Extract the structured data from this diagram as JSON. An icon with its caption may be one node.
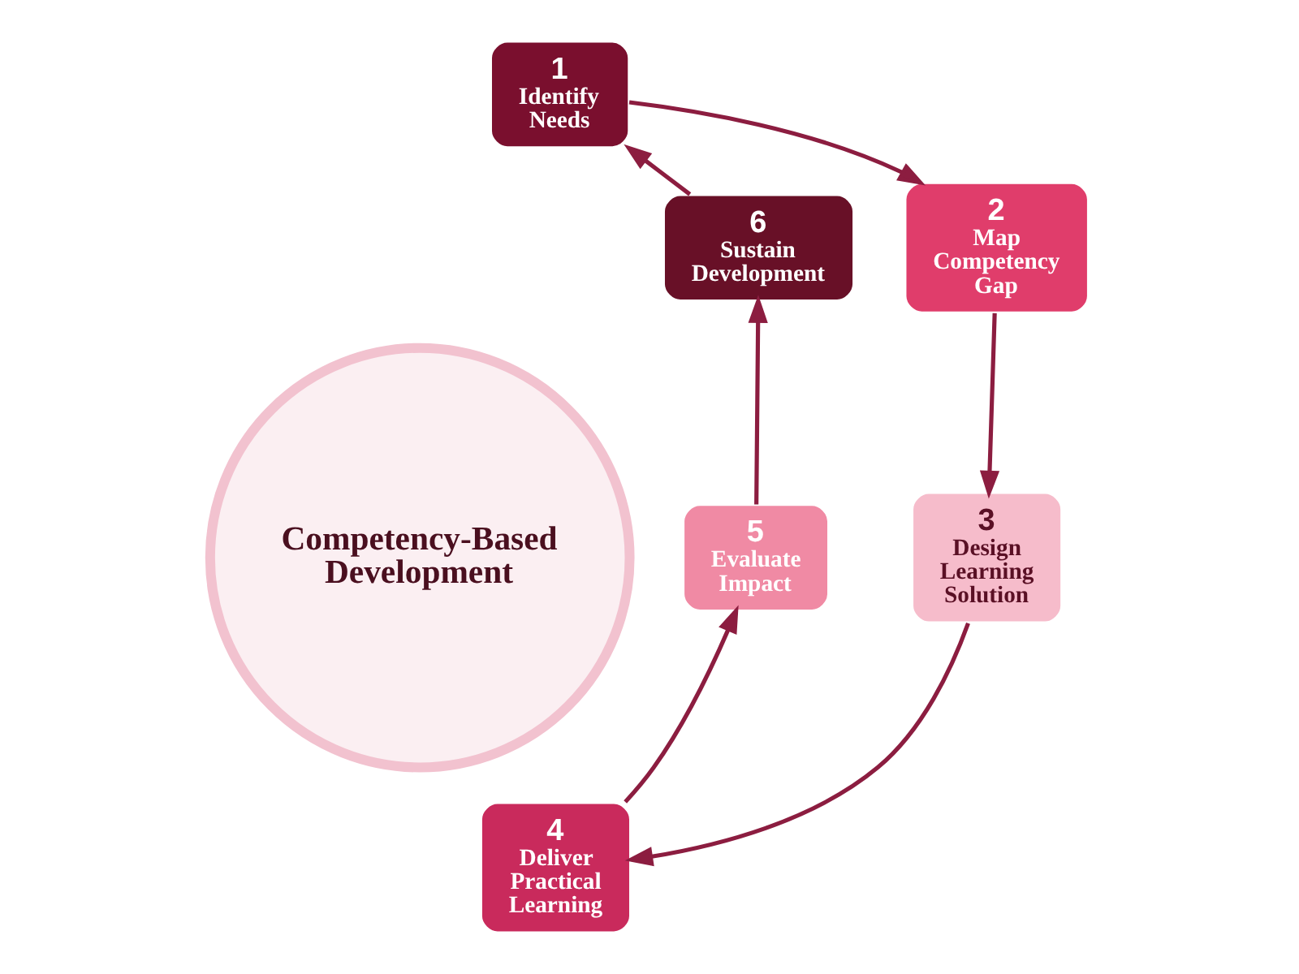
{
  "diagram": {
    "nodes": [
      {
        "text": [
          "Competency-Based Development"
        ]
      },
      {
        "text": [
          "1",
          "Identify Needs"
        ]
      },
      {
        "text": [
          "2",
          "Map Competency Gap"
        ]
      },
      {
        "text": [
          "3",
          "Design Learning Solution"
        ]
      },
      {
        "text": [
          "4",
          "Deliver Practical Learning"
        ]
      },
      {
        "text": [
          "5",
          "Evaluate Impact"
        ]
      },
      {
        "text": [
          "6",
          "Sustain Development"
        ]
      }
    ],
    "edges": [
      {
        "from": 1,
        "to": 2,
        "arrow": "to"
      },
      {
        "from": 2,
        "to": 3,
        "arrow": "to"
      },
      {
        "from": 3,
        "to": 4,
        "arrow": "to"
      },
      {
        "from": 4,
        "to": 5,
        "arrow": "to"
      },
      {
        "from": 5,
        "to": 6,
        "arrow": "to"
      },
      {
        "from": 6,
        "to": 1,
        "arrow": "to"
      }
    ]
  }
}
